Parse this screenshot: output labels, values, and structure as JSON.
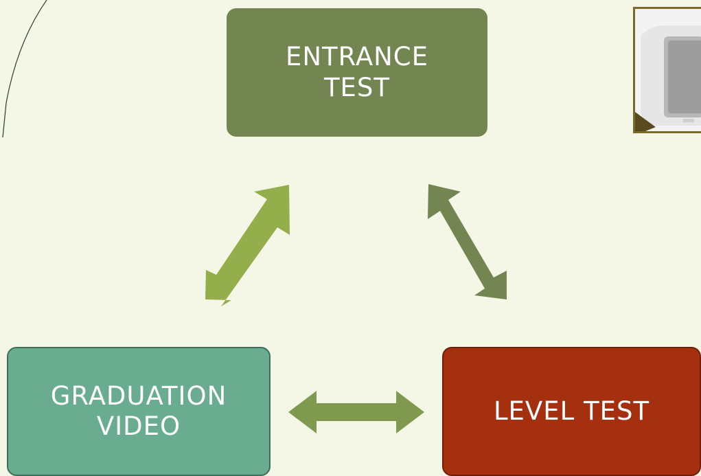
{
  "diagram": {
    "nodes": {
      "entrance": {
        "label": "ENTRANCE\nTEST",
        "color": "#738651"
      },
      "graduation": {
        "label": "GRADUATION\nVIDEO",
        "color": "#6aac90"
      },
      "level": {
        "label": "LEVEL TEST",
        "color": "#a5300f"
      }
    },
    "edges": [
      {
        "from": "entrance",
        "to": "graduation",
        "direction": "both",
        "color": "#93ae4b"
      },
      {
        "from": "entrance",
        "to": "level",
        "direction": "both",
        "color": "#738651"
      },
      {
        "from": "graduation",
        "to": "level",
        "direction": "both",
        "color": "#7f9a4e"
      }
    ]
  },
  "picture": {
    "subject": "speaker-device-photo"
  }
}
